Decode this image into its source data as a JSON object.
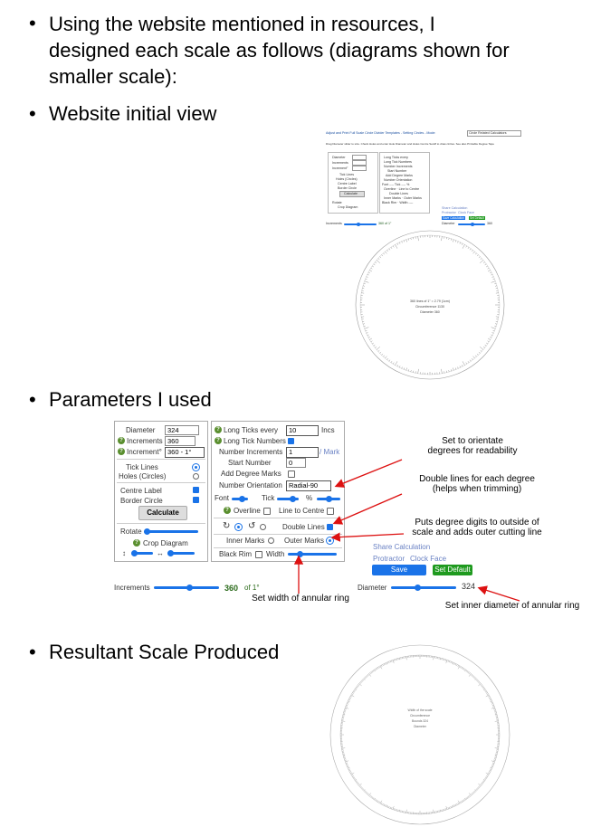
{
  "bullets": {
    "b1_lines": [
      "Using the website mentioned in resources, I",
      "designed each scale as follows (diagrams shown for",
      "smaller scale):"
    ],
    "b2": "Website initial view",
    "b3": "Parameters I used",
    "b4": "Resultant Scale Produced"
  },
  "initial_view": {
    "title": "Adjust and Print Full Scale Circle Divider Templates - Setting Circles - Mode:",
    "mode_select": "Circle Related Calculators",
    "subtitle": "Drag Diameter slider to size. Check Holes and enter Hole Diameter and Holes Centre Setoff to draw circles. See also Printable Degree Tape",
    "center_lines": [
      "360 lines of 1\" = 2.79 (1cm)",
      "Circumference 1130",
      "Diameter 360"
    ],
    "increments_label": "Increments",
    "increments_value": "360 of 1\"",
    "diameter_label": "Diameter",
    "diameter_value": "360",
    "share": "Share Calculation",
    "protractor": "Protractor",
    "clock": "Clock Face",
    "save": "Save Calculation",
    "default": "Set Default",
    "calculate": "Calculate"
  },
  "params": {
    "diameter_label": "Diameter",
    "diameter_value": "324",
    "increments_label": "Increments",
    "increments_value": "360",
    "increment_deg_label": "Increment°",
    "increment_deg_value": "360 - 1°",
    "tick_lines": "Tick Lines",
    "holes": "Holes (Circles)",
    "centre_label": "Centre Label",
    "border_circle": "Border Circle",
    "calculate": "Calculate",
    "rotate": "Rotate",
    "crop": "Crop Diagram",
    "long_ticks_label": "Long Ticks every",
    "long_ticks_value": "10",
    "incs": "Incs",
    "long_tick_numbers": "Long Tick Numbers",
    "number_increments_label": "Number Increments",
    "number_increments_value": "1",
    "mark": "/ Mark",
    "start_number_label": "Start Number",
    "start_number_value": "0",
    "add_degree_marks": "Add Degree Marks",
    "number_orientation_label": "Number Orientation",
    "number_orientation_value": "Radial-90",
    "font": "Font",
    "tick": "Tick",
    "percent": "%",
    "overline": "Overline",
    "line_to_centre": "Line to Centre",
    "double_lines": "Double Lines",
    "inner_marks": "Inner Marks",
    "outer_marks": "Outer Marks",
    "black_rim": "Black Rim",
    "width": "Width",
    "share": "Share Calculation",
    "protractor": "Protractor",
    "clock": "Clock Face",
    "save": "Save Calculation",
    "default": "Set Default",
    "increments_label2": "Increments",
    "increments_value2": "360",
    "of_label": "of 1°",
    "diameter_label2": "Diameter",
    "diameter_value2": "324",
    "colors": {
      "accent": "#1a73e8",
      "help": "#5a8f2f",
      "save": "#1a73e8",
      "default": "#1f9a1f",
      "arrow": "#dd1111"
    }
  },
  "annotations": {
    "orient": [
      "Set to orientate",
      "degrees for readability"
    ],
    "double": [
      "Double lines for each degree",
      "(helps when trimming)"
    ],
    "outer": [
      "Puts degree digits to outside of",
      "scale and adds outer cutting line"
    ],
    "width": "Set width of annular ring",
    "inner_diam": "Set inner diameter of annular ring"
  },
  "result_center_lines": [
    "Width of the scale",
    "Circumference",
    "Bounds 324",
    "Diameter"
  ]
}
